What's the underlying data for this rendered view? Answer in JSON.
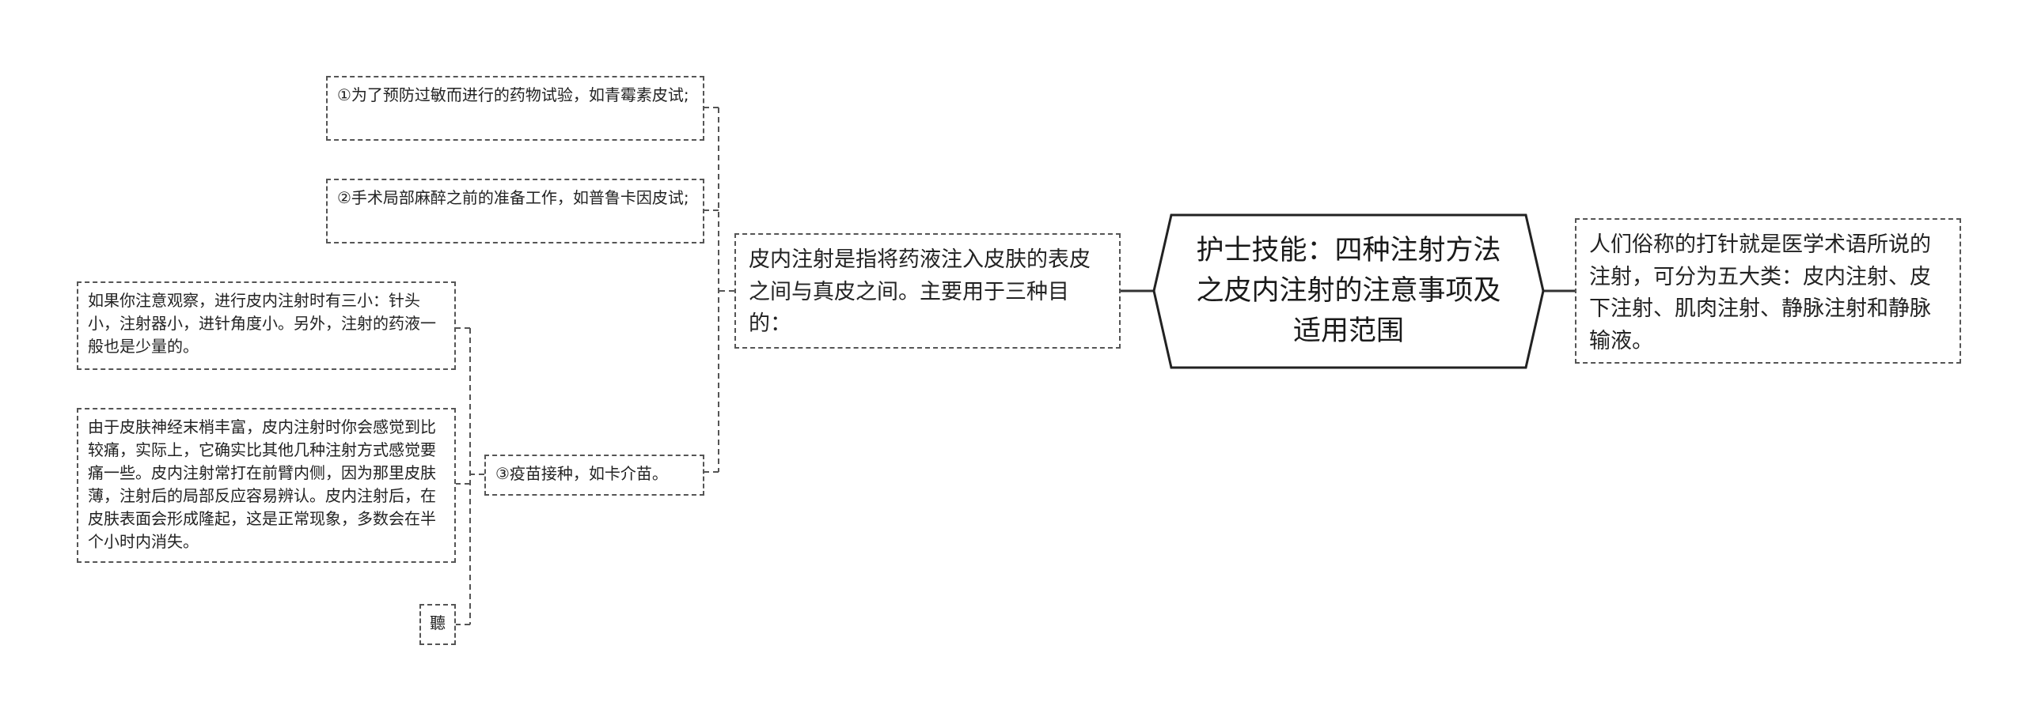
{
  "root": {
    "label": "护士技能：四种注射方法之皮内注射的注意事项及适用范围"
  },
  "right_node": {
    "text": "人们俗称的打针就是医学术语所说的注射，可分为五大类：皮内注射、皮下注射、肌肉注射、静脉注射和静脉输液。"
  },
  "definition_node": {
    "text": "皮内注射是指将药液注入皮肤的表皮之间与真皮之间。主要用于三种目的："
  },
  "purposes": [
    {
      "text": "①为了预防过敏而进行的药物试验，如青霉素皮试;"
    },
    {
      "text": "②手术局部麻醉之前的准备工作，如普鲁卡因皮试;"
    },
    {
      "text": "③疫苗接种，如卡介苗。"
    }
  ],
  "details": [
    {
      "text": "如果你注意观察，进行皮内注射时有三小：针头小，注射器小，进针角度小。另外，注射的药液一般也是少量的。"
    },
    {
      "text": "由于皮肤神经末梢丰富，皮内注射时你会感觉到比较痛，实际上，它确实比其他几种注射方式感觉要痛一些。皮内注射常打在前臂内侧，因为那里皮肤薄，注射后的局部反应容易辨认。皮内注射后，在皮肤表面会形成隆起，这是正常现象，多数会在半个小时内消失。"
    },
    {
      "text": "聽"
    }
  ],
  "colors": {
    "line": "#333333",
    "dashed_border": "#555555",
    "text": "#222222",
    "background": "#ffffff"
  }
}
